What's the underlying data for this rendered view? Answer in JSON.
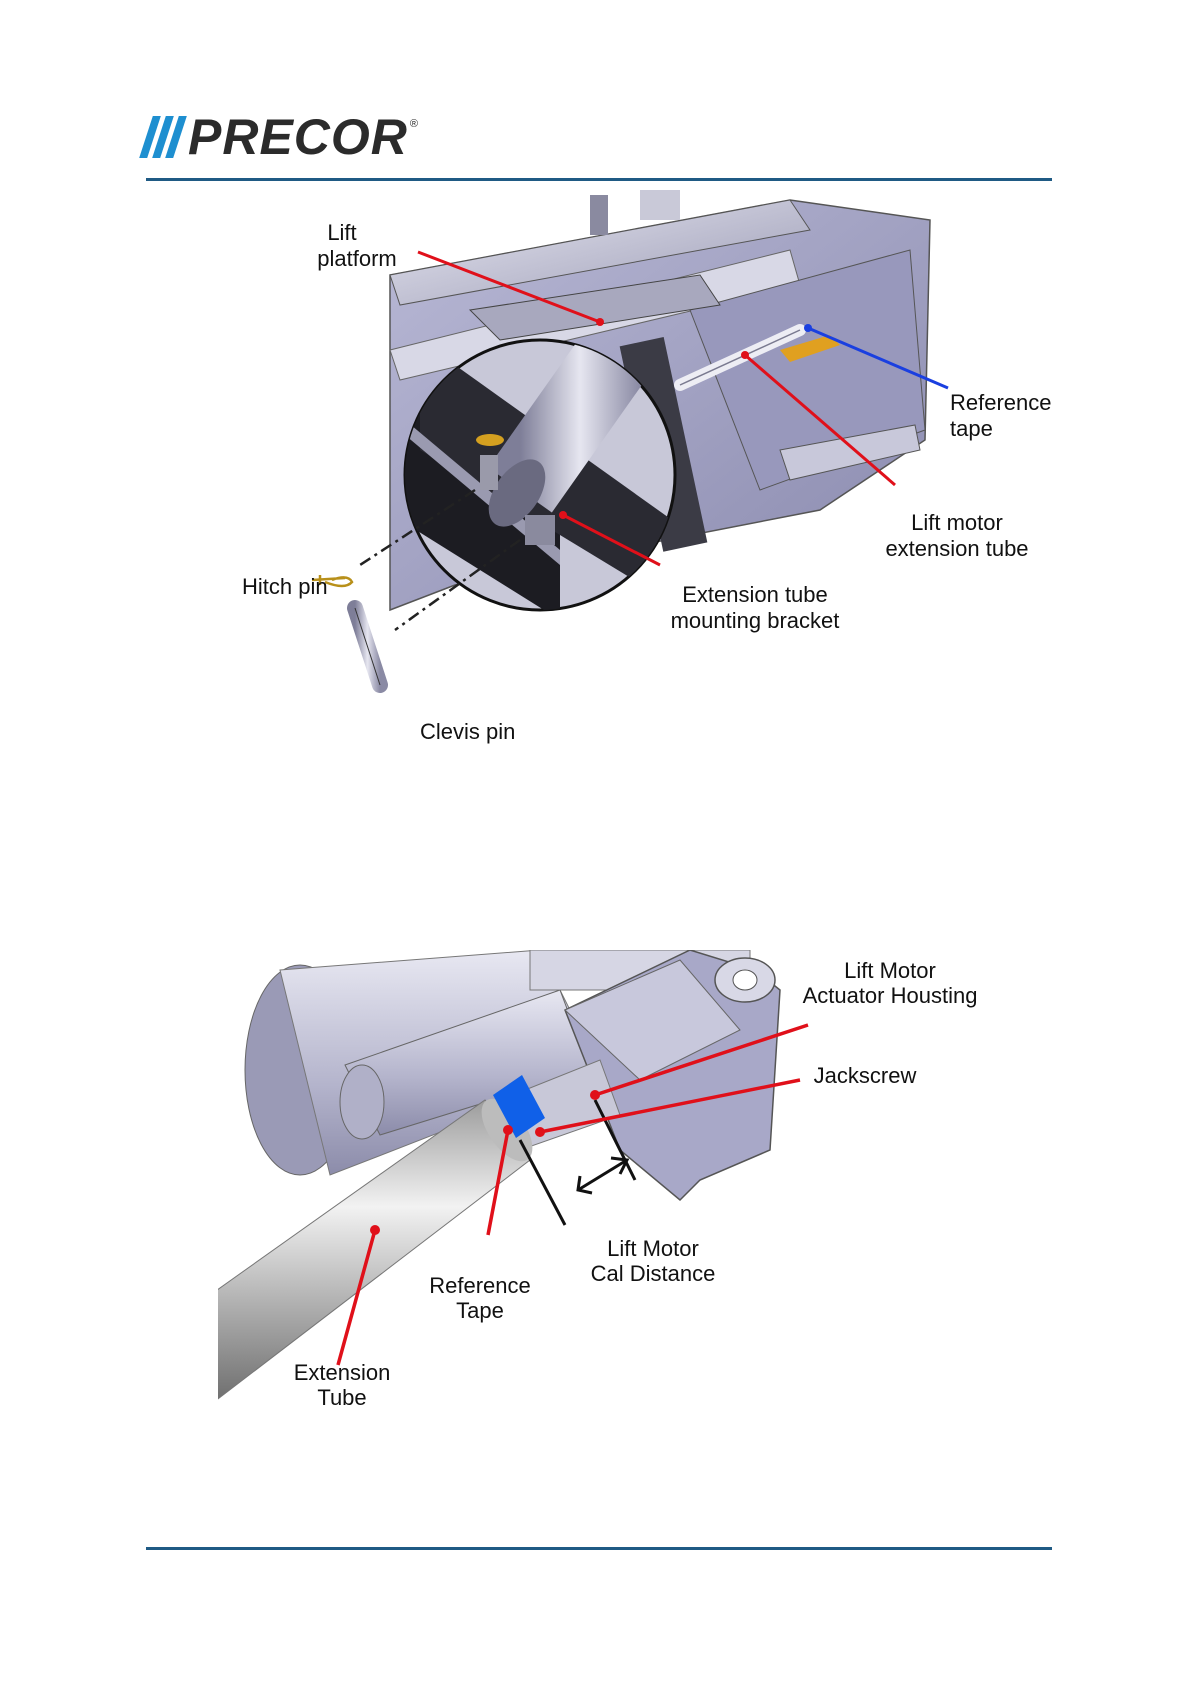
{
  "header": {
    "logo_text": "PRECOR",
    "logo_reg": "®",
    "logo_icon": "precor-stripes"
  },
  "figure1": {
    "labels": {
      "lift_platform_1": "Lift",
      "lift_platform_2": "platform",
      "reference_tape_1": "Reference",
      "reference_tape_2": "tape",
      "lift_motor_1": "Lift motor",
      "lift_motor_2": "extension tube",
      "hitch_pin": "Hitch pin",
      "ext_bracket_1": "Extension tube",
      "ext_bracket_2": "mounting bracket",
      "clevis_pin": "Clevis pin"
    }
  },
  "figure2": {
    "labels": {
      "housing_1": "Lift Motor",
      "housing_2": "Actuator Housting",
      "jackscrew": "Jackscrew",
      "cal_1": "Lift Motor",
      "cal_2": "Cal Distance",
      "ref_tape_1": "Reference",
      "ref_tape_2": "Tape",
      "ext_tube_1": "Extension",
      "ext_tube_2": "Tube"
    }
  },
  "colors": {
    "rule": "#1f5a84",
    "leader_red": "#e0101a",
    "leader_blue": "#1a3fe0",
    "tape_blue": "#1060e8"
  }
}
